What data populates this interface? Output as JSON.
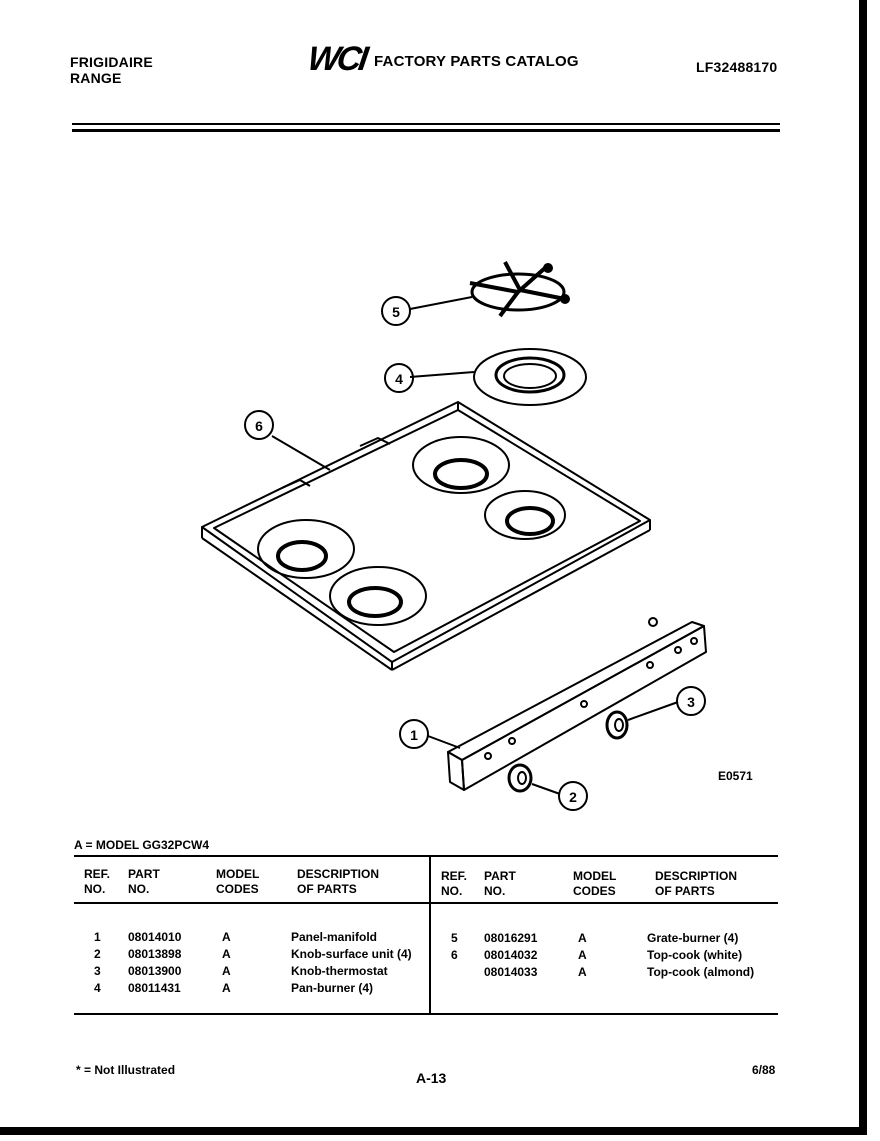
{
  "header": {
    "brand": "FRIGIDAIRE",
    "product": "RANGE",
    "logo": "WCI",
    "catalog_title": "FACTORY PARTS CATALOG",
    "catalog_number": "LF32488170"
  },
  "diagram": {
    "callouts": [
      "1",
      "2",
      "3",
      "4",
      "5",
      "6"
    ],
    "diagram_code": "E0571"
  },
  "table": {
    "model_note": "A = MODEL GG32PCW4",
    "headers": {
      "ref": [
        "REF.",
        "NO."
      ],
      "part": [
        "PART",
        "NO."
      ],
      "model": [
        "MODEL",
        "CODES"
      ],
      "desc": [
        "DESCRIPTION",
        "OF PARTS"
      ]
    },
    "left_rows": [
      {
        "ref": "1",
        "part": "08014010",
        "model": "A",
        "desc": "Panel-manifold"
      },
      {
        "ref": "2",
        "part": "08013898",
        "model": "A",
        "desc": "Knob-surface unit (4)"
      },
      {
        "ref": "3",
        "part": "08013900",
        "model": "A",
        "desc": "Knob-thermostat"
      },
      {
        "ref": "4",
        "part": "08011431",
        "model": "A",
        "desc": "Pan-burner (4)"
      }
    ],
    "right_rows": [
      {
        "ref": "5",
        "part": "08016291",
        "model": "A",
        "desc": "Grate-burner (4)"
      },
      {
        "ref": "6",
        "part": "08014032",
        "model": "A",
        "desc": "Top-cook (white)"
      },
      {
        "ref": "",
        "part": "08014033",
        "model": "A",
        "desc": "Top-cook (almond)"
      }
    ]
  },
  "footer": {
    "note": "* = Not Illustrated",
    "page": "A-13",
    "date": "6/88"
  }
}
